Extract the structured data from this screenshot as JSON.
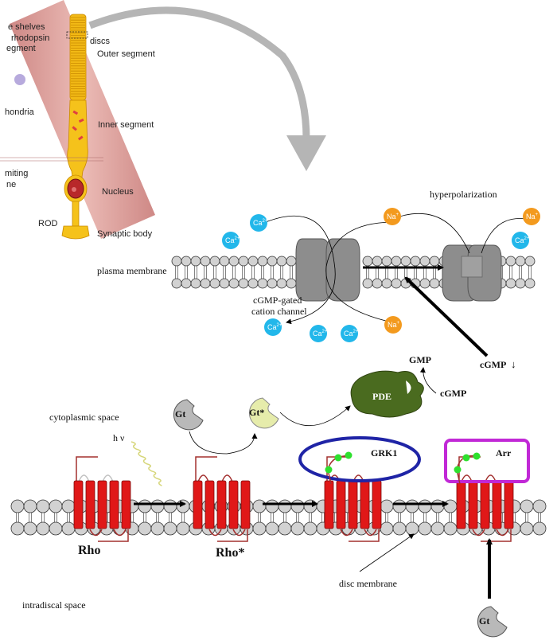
{
  "rod_panel": {
    "labels": {
      "shelves": "e shelves",
      "rhodopsin": "rhodopsin",
      "segment": "egment",
      "discs": "discs",
      "outer_segment": "Outer segment",
      "mitochondria": "hondria",
      "inner_segment": "Inner segment",
      "limiting_1": "miting",
      "limiting_2": "ne",
      "nucleus": "Nucleus",
      "rod": "ROD",
      "synaptic_body": "Synaptic body"
    }
  },
  "plasma": {
    "hyperpolarization": "hyperpolarization",
    "membrane_label": "plasma membrane",
    "channel_label_1": "cGMP-gated",
    "channel_label_2": "cation channel",
    "cgmp_down": "cGMP",
    "down_arrow": "↓",
    "ions": {
      "ca_base": "Ca",
      "ca_charge": "2+",
      "na_base": "Na",
      "na_charge": "+"
    }
  },
  "cascade": {
    "gmp": "GMP",
    "cgmp": "cGMP",
    "pde": "PDE",
    "gt": "Gt",
    "gt_active": "Gt*",
    "hv": "h ν",
    "grk1": "GRK1",
    "arr": "Arr",
    "rho": "Rho",
    "rho_active": "Rho*",
    "cytoplasmic": "cytoplasmic space",
    "disc_membrane": "disc membrane",
    "intradiscal": "intradiscal space",
    "gt_bottom": "Gt"
  },
  "colors": {
    "ca_ion": "#22b7ea",
    "na_ion": "#f39a1e",
    "pde": "#4a6b1f",
    "gt": "#b9b9b9",
    "gt_active": "#e6ecab",
    "helix": "#e01818",
    "loop": "#a3302f",
    "grk_ring": "#1f24a6",
    "arr_box": "#c128d6",
    "phosphate": "#2ee02e",
    "channel": "#8d8d8d",
    "membrane_head": "#d2d2d2",
    "rod_outer": "#f2b915",
    "rod_band": "#d98f8c"
  }
}
